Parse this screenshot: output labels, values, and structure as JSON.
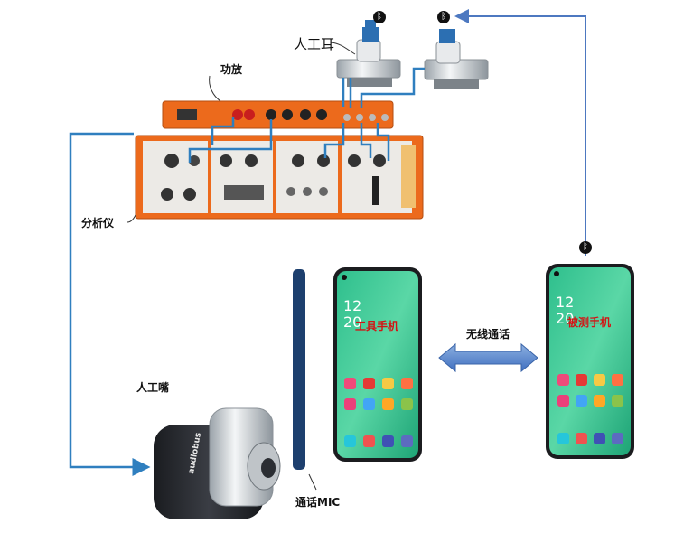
{
  "labels": {
    "artificial_ear": "人工耳",
    "power_amp": "功放",
    "analyzer": "分析仪",
    "artificial_mouth": "人工嘴",
    "call_mic": "通话MIC",
    "wireless_call": "无线通话",
    "tool_phone": "工具手机",
    "tested_phone": "被测手机"
  },
  "phone": {
    "time_hour": "12",
    "time_min": "20"
  },
  "bluetooth_symbol": "ᛒ",
  "device_text": {
    "mouth_brand": "audiobus"
  },
  "colors": {
    "orange": "#ec6a1c",
    "connector_blue": "#2f7fbf",
    "arrow_blue": "#4d78c0",
    "phone_screen": "#3fcb96",
    "mic_bar": "#1d3f6e",
    "accent_red": "#d21414"
  }
}
